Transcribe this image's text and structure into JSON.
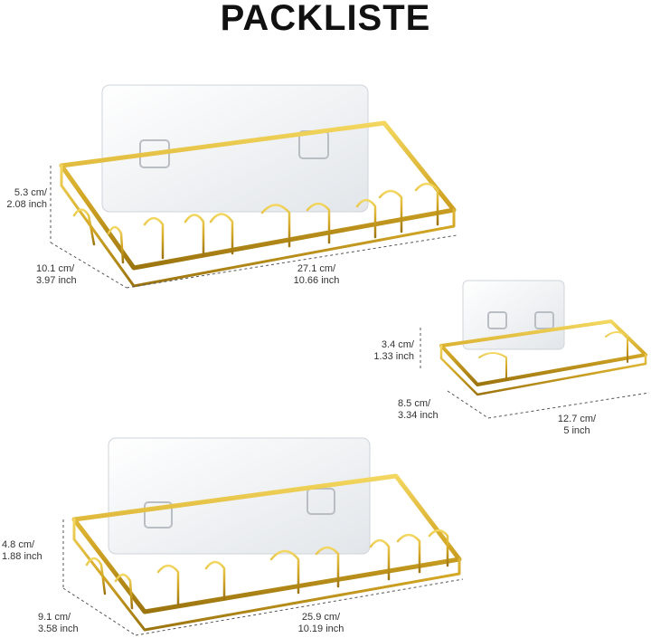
{
  "title": "PACKLISTE",
  "colors": {
    "gold": "#d9b02a",
    "gold_dark": "#a67f14",
    "plate": "#eef0f2",
    "dim_line": "#555555"
  },
  "shelves": [
    {
      "name": "large",
      "height": {
        "cm": "5.3 cm/",
        "inch": "2.08 inch"
      },
      "depth": {
        "cm": "10.1 cm/",
        "inch": "3.97 inch"
      },
      "width": {
        "cm": "27.1 cm/",
        "inch": "10.66 inch"
      }
    },
    {
      "name": "small",
      "height": {
        "cm": "3.4 cm/",
        "inch": "1.33 inch"
      },
      "depth": {
        "cm": "8.5 cm/",
        "inch": "3.34 inch"
      },
      "width": {
        "cm": "12.7 cm/",
        "inch": "5 inch"
      }
    },
    {
      "name": "medium",
      "height": {
        "cm": "4.8 cm/",
        "inch": "1.88 inch"
      },
      "depth": {
        "cm": "9.1 cm/",
        "inch": "3.58 inch"
      },
      "width": {
        "cm": "25.9 cm/",
        "inch": "10.19 inch"
      }
    }
  ]
}
